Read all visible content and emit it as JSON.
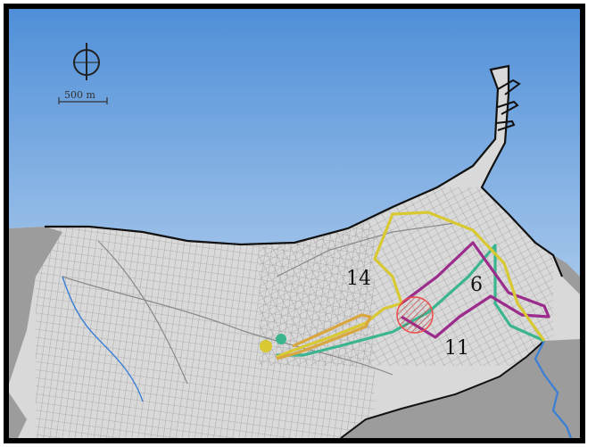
{
  "scale": {
    "label": "500 m"
  },
  "routes": [
    {
      "number": "14",
      "color": "#d8c832"
    },
    {
      "number": "6",
      "color": "#9b2c8c"
    },
    {
      "number": "11",
      "color": "#3bb58f"
    },
    {
      "number": "",
      "color": "#d9a640"
    }
  ],
  "colors": {
    "sea_top": "#4f8fd8",
    "sea_bottom": "#d6e6f5",
    "land": "#d9d9d9",
    "mountains": "#9c9c9c",
    "streets": "#8a8a8a",
    "river": "#3a7fd6",
    "center_marker": "#ee4b4b",
    "coastline": "#111111"
  },
  "icons": {
    "compass": "compass-rose-icon"
  }
}
